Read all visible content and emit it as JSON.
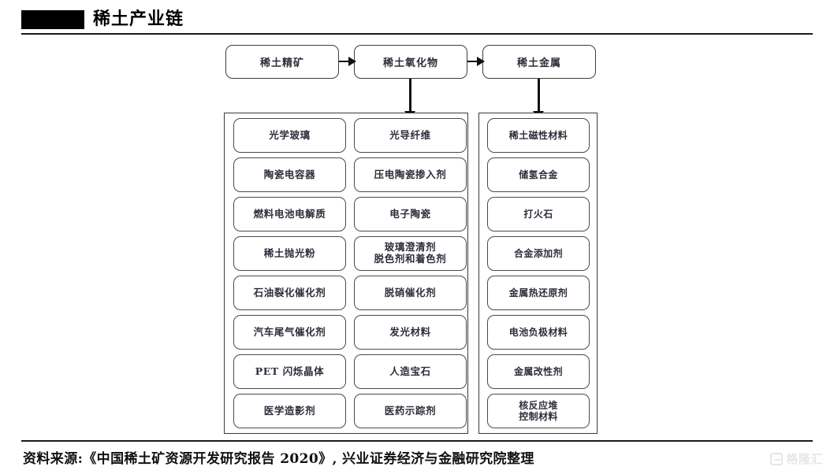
{
  "header": {
    "title": "稀土产业链",
    "logo_block": "black-rectangle"
  },
  "diagram": {
    "top_row": [
      {
        "label": "稀土精矿"
      },
      {
        "label": "稀土氧化物"
      },
      {
        "label": "稀土金属"
      }
    ],
    "connectors": [
      {
        "name": "arrow-concentrate-to-oxide",
        "direction": "right"
      },
      {
        "name": "arrow-oxide-to-metal",
        "direction": "right"
      },
      {
        "name": "arrow-oxide-to-applications",
        "direction": "down"
      },
      {
        "name": "arrow-metal-to-applications",
        "direction": "down"
      }
    ],
    "columns": [
      {
        "name": "oxide-applications-column-1",
        "items": [
          "光学玻璃",
          "陶瓷电容器",
          "燃料电池电解质",
          "稀土抛光粉",
          "石油裂化催化剂",
          "汽车尾气催化剂",
          "PET 闪烁晶体",
          "医学造影剂"
        ]
      },
      {
        "name": "oxide-applications-column-2",
        "items": [
          "光导纤维",
          "压电陶瓷掺入剂",
          "电子陶瓷",
          "玻璃澄清剂\n脱色剂和着色剂",
          "脱硝催化剂",
          "发光材料",
          "人造宝石",
          "医药示踪剂"
        ]
      },
      {
        "name": "metal-applications-column",
        "items": [
          "稀土磁性材料",
          "储氢合金",
          "打火石",
          "合金添加剂",
          "金属热还原剂",
          "电池负极材料",
          "金属改性剂",
          "核反应堆\n控制材料"
        ]
      }
    ]
  },
  "footer": {
    "source": "资料来源:《中国稀土矿资源开发研究报告 2020》, 兴业证券经济与金融研究院整理",
    "watermark": "格隆汇"
  },
  "colors": {
    "box_border": "#4a4a4a",
    "box_text": "#2e2e3c",
    "arrow": "#111111",
    "rule": "#1a1a1a",
    "watermark": "#8a8f99"
  }
}
